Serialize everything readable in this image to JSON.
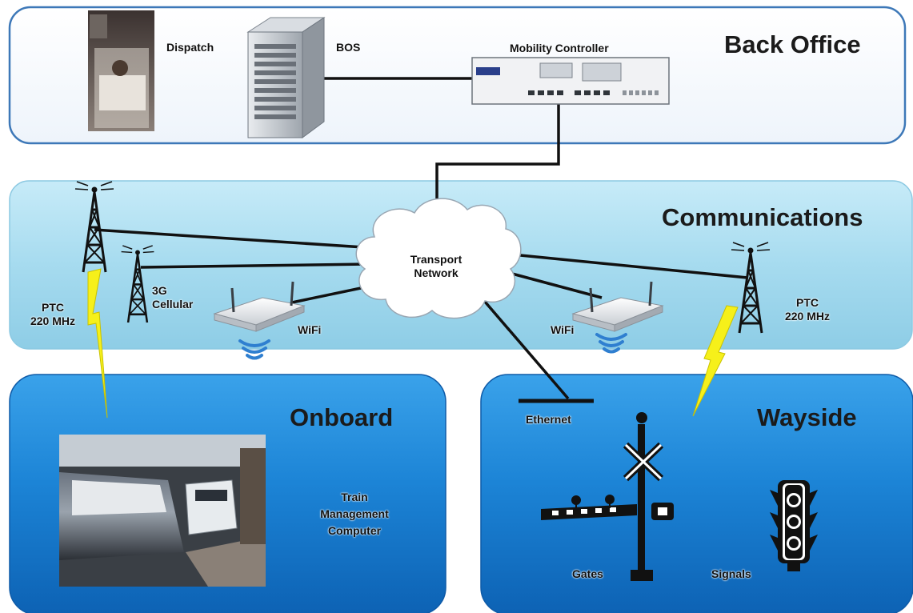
{
  "sections": {
    "back_office": "Back Office",
    "communications": "Communications",
    "onboard": "Onboard",
    "wayside": "Wayside"
  },
  "labels": {
    "dispatch": "Dispatch",
    "bos": "BOS",
    "mobility_controller": "Mobility Controller",
    "transport_network": "Transport\nNetwork",
    "ptc_left": "PTC\n220 MHz",
    "ptc_right": "PTC\n220 MHz",
    "cellular": "3G\nCellular",
    "wifi_left": "WiFi",
    "wifi_right": "WiFi",
    "ethernet": "Ethernet",
    "train_computer": "Train\nManagement\nComputer",
    "gates": "Gates",
    "signals": "Signals"
  },
  "colors": {
    "back_office_border": "#3d78b8",
    "communications_fill": "#a9dcef",
    "onboard_fill": "#1d86d6",
    "wayside_fill": "#1d86d6",
    "link_line": "#111111",
    "radio_bolt": "#f6f01a",
    "wifi_waves": "#2f7fd0"
  },
  "icons": [
    "tower-icon",
    "server-icon",
    "router-icon",
    "cloud-icon",
    "wifi-waves-icon",
    "railroad-crossing-icon",
    "traffic-signal-icon",
    "lightning-bolt-icon"
  ]
}
